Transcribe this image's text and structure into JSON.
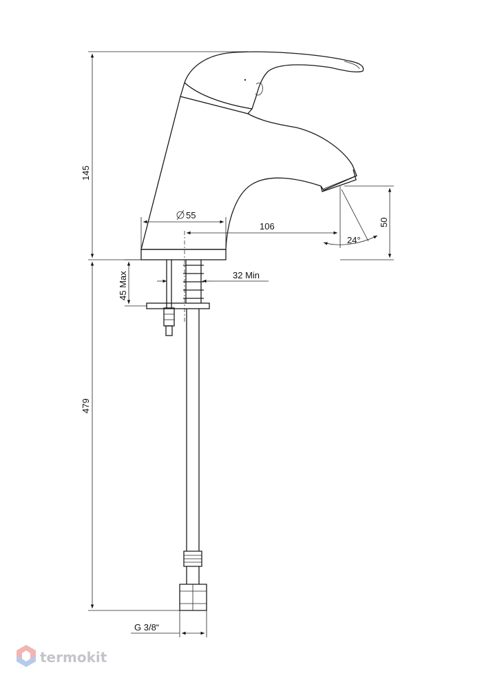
{
  "dimensions": {
    "height_total": "145",
    "base_diameter": "55",
    "spout_reach": "106",
    "spout_clearance": "50",
    "spout_angle": "24°",
    "max_counter_thickness": "45 Max",
    "min_hole": "32 Min",
    "hose_length": "479",
    "connection_thread": "G 3/8“"
  },
  "watermark": {
    "brand_text": "termokit",
    "logo_icon": "cube-logo-icon"
  },
  "colors": {
    "line": "#1a1a1a",
    "watermark": "#b9bcc3",
    "logo_red": "#f2a7a7",
    "logo_blue": "#a9c3ea"
  }
}
